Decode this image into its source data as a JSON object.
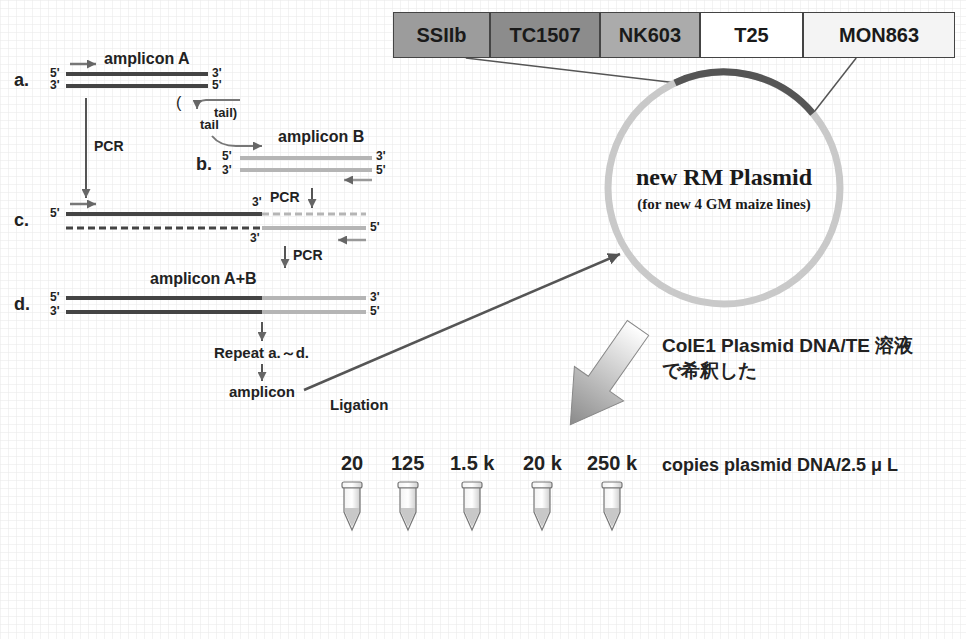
{
  "diagram": {
    "nodes": [
      {
        "text": [
          "SSIIb"
        ]
      },
      {
        "text": [
          "TC1507"
        ]
      },
      {
        "text": [
          "NK603"
        ]
      },
      {
        "text": [
          "T25"
        ]
      },
      {
        "text": [
          "MON863"
        ]
      },
      {
        "text": [
          "new RM Plasmid",
          "(for new 4 GM maize lines)"
        ]
      }
    ],
    "edges": [
      {
        "from": 0,
        "to": 5,
        "arrow": "none"
      },
      {
        "from": 4,
        "to": 5,
        "arrow": "none"
      }
    ],
    "labels": [
      "a.",
      "5'",
      "amplicon A",
      "3'",
      "3'",
      "5'",
      "(",
      "tail)",
      "PCR",
      "tail",
      "amplicon B",
      "b.",
      "5'",
      "3'",
      "3'",
      "5'",
      "PCR",
      "c.",
      "5'",
      "3'",
      "3'",
      "5'",
      "PCR",
      "amplicon A+B",
      "d.",
      "5'",
      "3'",
      "3'",
      "5'",
      "Repeat a.～d.",
      "amplicon",
      "Ligation",
      "ColE1 Plasmid DNA/TE 溶液で希釈した",
      "20",
      "125",
      "1.5 k",
      "20 k",
      "250 k",
      "copies plasmid DNA/2.5 μ L"
    ]
  }
}
